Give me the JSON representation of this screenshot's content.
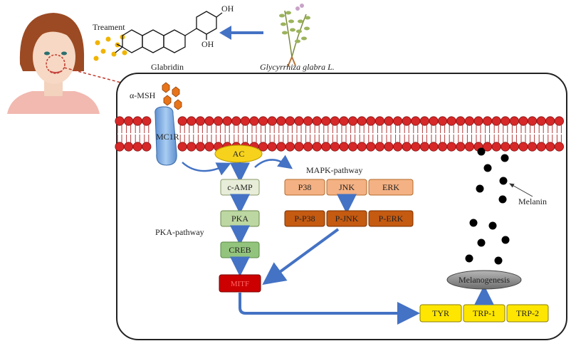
{
  "header": {
    "treatment_label": "Treament",
    "compound_name": "Glabridin",
    "plant_name": "Glycyrrhiza glabra L.",
    "oh_top": "OH",
    "oh_bottom": "OH"
  },
  "cell": {
    "ligand_label": "α-MSH",
    "receptor_label": "MC1R",
    "pka_pathway_label": "PKA-pathway",
    "mapk_pathway_label": "MAPK-pathway",
    "melanin_label": "Melanin",
    "melanogenesis_label": "Melanogenesis"
  },
  "nodes": {
    "ac": "AC",
    "camp": "c-AMP",
    "pka": "PKA",
    "creb": "CREB",
    "mitf": "MITF",
    "p38": "P38",
    "jnk": "JNK",
    "erk": "ERK",
    "pp38": "P-P38",
    "pjnk": "P-JNK",
    "perk": "P-ERK",
    "tyr": "TYR",
    "trp1": "TRP-1",
    "trp2": "TRP-2"
  },
  "colors": {
    "membrane_head": "#d62828",
    "receptor": "#7aaee0",
    "ac": "#f6d21c",
    "camp": "#e7edd8",
    "pka": "#bcd7a1",
    "creb": "#93c47d",
    "mitf": "#cc0000",
    "mapk": "#f4b183",
    "phospho_mapk": "#c55a11",
    "enzyme": "#ffe600",
    "melanogenesis": "#8c8c8c",
    "arrow": "#4472c4",
    "melanin_dot": "#000000"
  }
}
